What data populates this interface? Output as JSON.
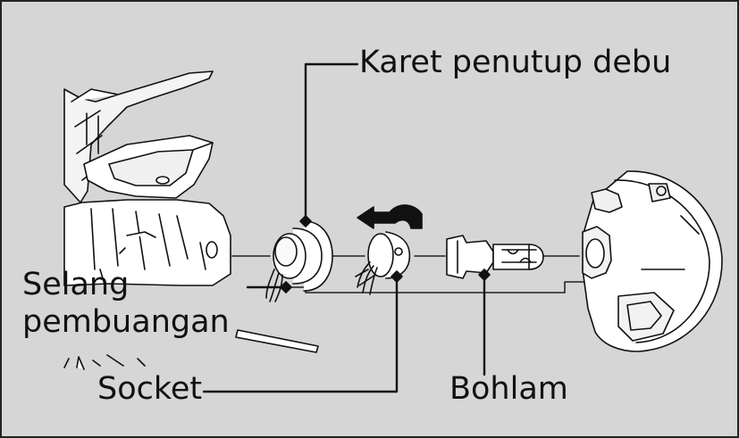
{
  "labels": {
    "dust_cover": "Karet penutup debu",
    "drain_hose_line1": "Selang",
    "drain_hose_line2": "pembuangan",
    "socket": "Socket",
    "bulb": "Bohlam"
  }
}
